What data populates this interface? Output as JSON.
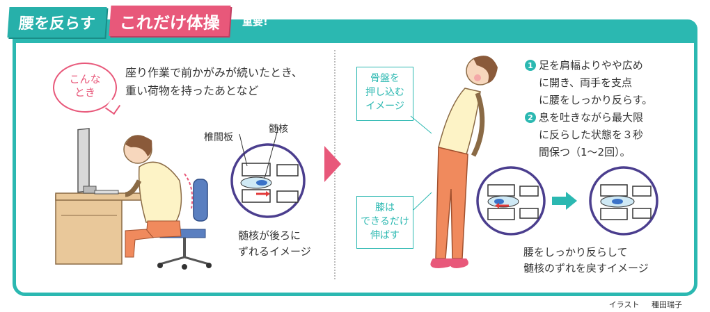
{
  "header": {
    "tag_topic": "腰を反らす",
    "tag_exercise": "これだけ体操",
    "important": "重要!"
  },
  "left": {
    "bubble_line1": "こんな",
    "bubble_line2": "とき",
    "situation_line1": "座り作業で前かがみが続いたとき、",
    "situation_line2": "重い荷物を持ったあとなど",
    "label_disc": "椎間板",
    "label_nucleus": "髄核",
    "caption_line1": "髄核が後ろに",
    "caption_line2": "ずれるイメージ"
  },
  "right": {
    "pelvis_line1": "骨盤を",
    "pelvis_line2": "押し込む",
    "pelvis_line3": "イメージ",
    "knee_line1": "膝は",
    "knee_line2": "できるだけ",
    "knee_line3": "伸ばす",
    "step1_num": "1",
    "step1_line1": "足を肩幅よりやや広め",
    "step1_line2": "に開き、両手を支点",
    "step1_line3": "に腰をしっかり反らす。",
    "step2_num": "2",
    "step2_line1": "息を吐きながら最大限",
    "step2_line2": "に反らした状態を３秒",
    "step2_line3": "間保つ（1〜2回）。",
    "caption_line1": "腰をしっかり反らして",
    "caption_line2": "髄核のずれを戻すイメージ"
  },
  "credit": {
    "label": "イラスト",
    "name": "種田瑞子"
  },
  "colors": {
    "teal": "#2bb8b1",
    "pink": "#e8587a",
    "shirt": "#fdf3c6",
    "pants": "#f08a5d",
    "chair": "#5a7fc0",
    "disc_ring": "#4b3e8e"
  }
}
